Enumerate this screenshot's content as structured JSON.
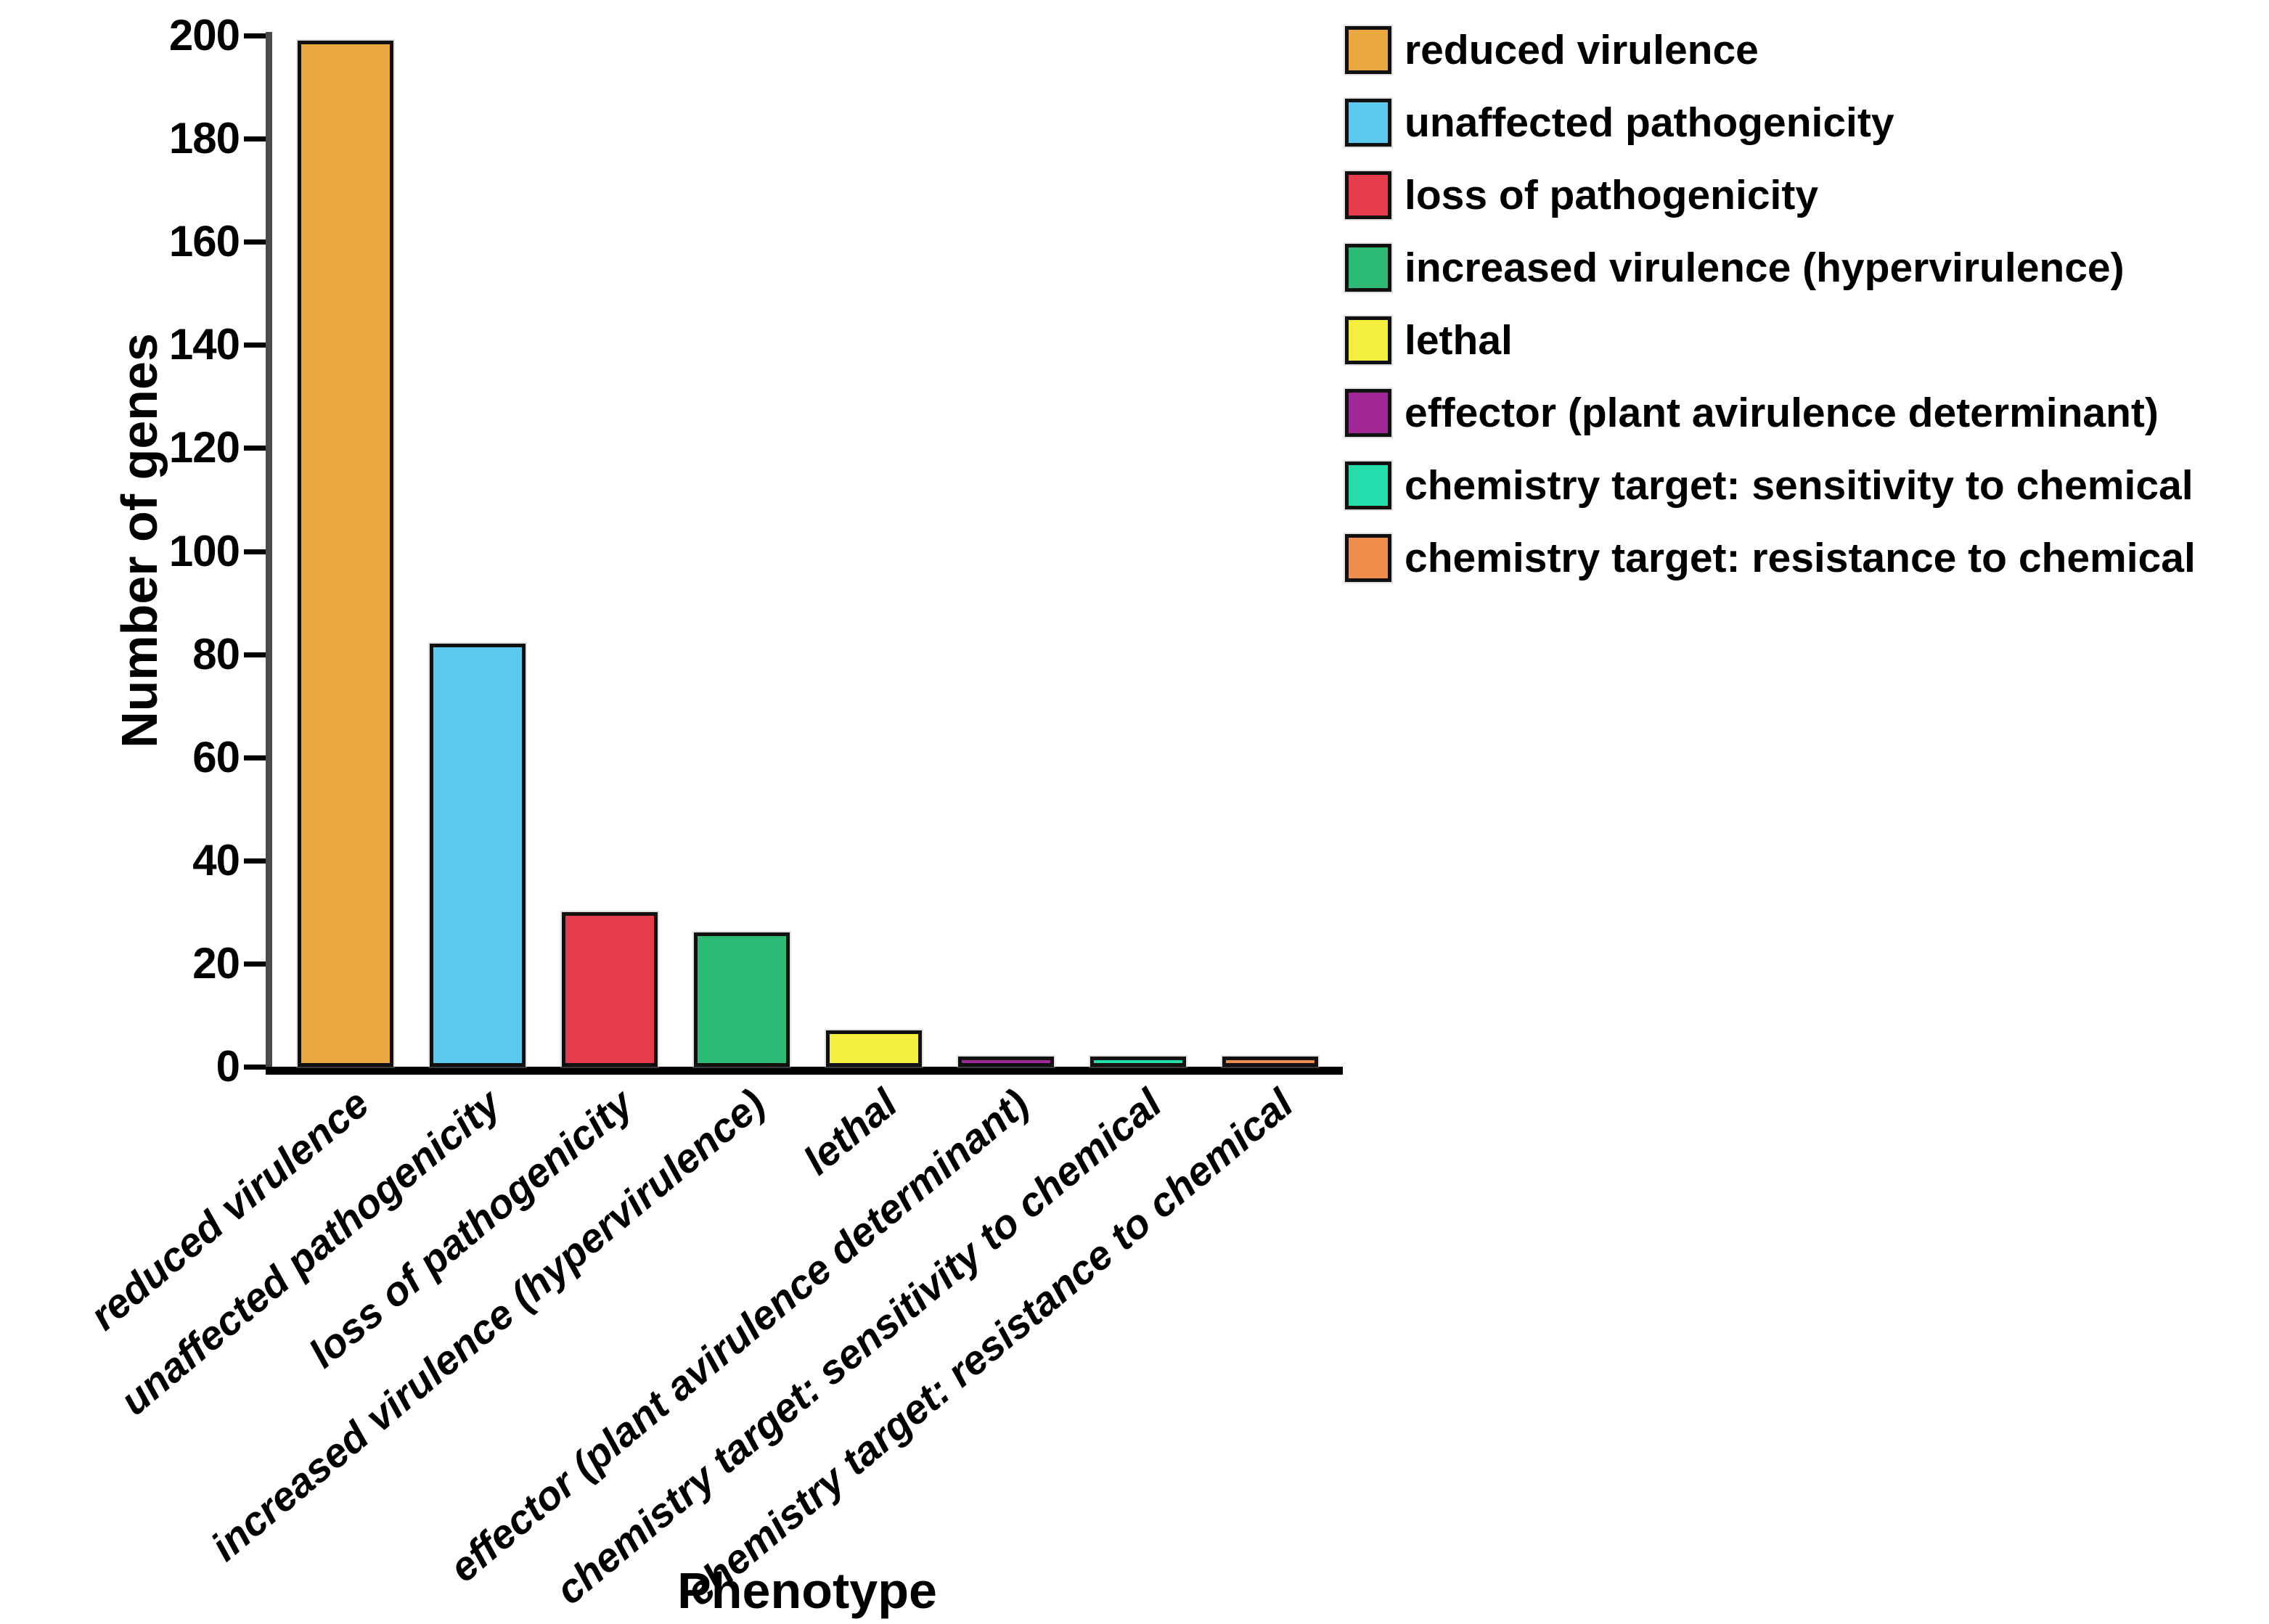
{
  "chart_data": {
    "type": "bar",
    "title": "",
    "xlabel": "Phenotype",
    "ylabel": "Number of genes",
    "ylim": [
      0,
      200
    ],
    "yticks": [
      0,
      20,
      40,
      60,
      80,
      100,
      120,
      140,
      160,
      180,
      200
    ],
    "grid": false,
    "categories": [
      "reduced virulence",
      "unaffected pathogenicity",
      "loss of pathogenicity",
      "increased virulence (hypervirulence)",
      "lethal",
      "effector (plant avirulence determinant)",
      "chemistry target: sensitivity to chemical",
      "chemistry target: resistance to chemical"
    ],
    "values": [
      199,
      82,
      30,
      26,
      7,
      2,
      2,
      2
    ],
    "bar_colors": [
      "#E9A83F",
      "#5BC9EE",
      "#E93C4B",
      "#2CBA74",
      "#F4EF3C",
      "#A22898",
      "#25DCAD",
      "#F08C4C"
    ],
    "bar_edge_color": "#101010",
    "axis_line_color": "#4b4b4d",
    "x_axis_line_color": "#000000",
    "text_color": "#000000",
    "background_color": "#ffffff",
    "legend": {
      "position": "top-right"
    }
  }
}
